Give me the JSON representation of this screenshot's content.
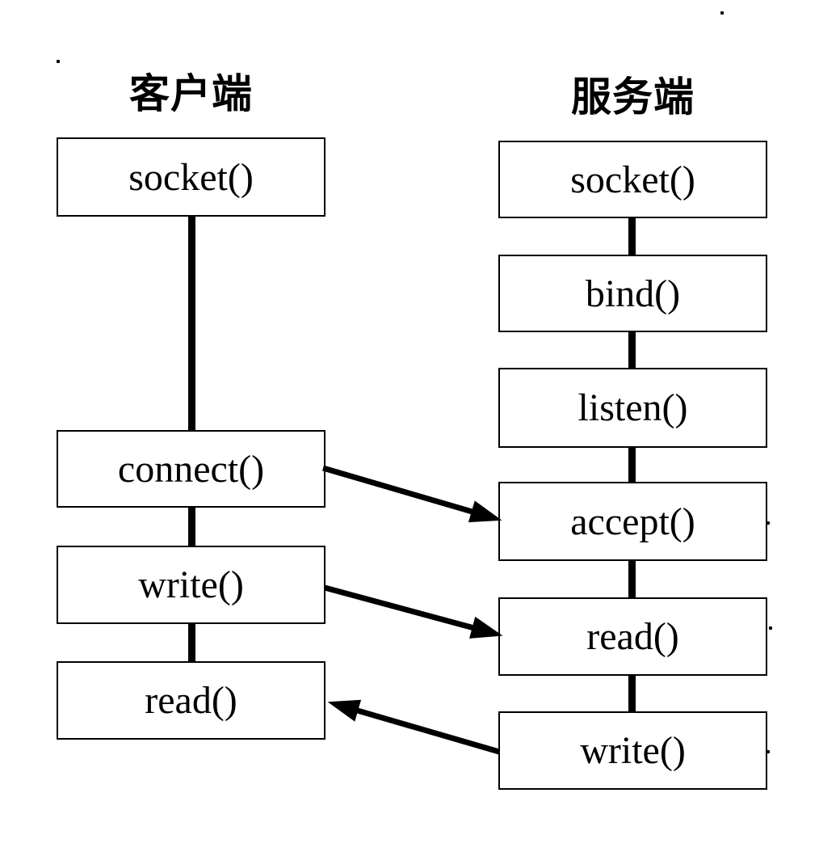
{
  "diagram": {
    "client": {
      "title": "客户端",
      "boxes": [
        {
          "label": "socket()"
        },
        {
          "label": "connect()"
        },
        {
          "label": "write()"
        },
        {
          "label": "read()"
        }
      ]
    },
    "server": {
      "title": "服务端",
      "boxes": [
        {
          "label": "socket()"
        },
        {
          "label": "bind()"
        },
        {
          "label": "listen()"
        },
        {
          "label": "accept()"
        },
        {
          "label": "read()"
        },
        {
          "label": "write()"
        }
      ]
    },
    "arrows": [
      {
        "from": "client connect()",
        "to": "server accept()"
      },
      {
        "from": "client write()",
        "to": "server read()"
      },
      {
        "from": "server write()",
        "to": "client read()"
      }
    ],
    "colors": {
      "ink": "#000000",
      "background": "#ffffff"
    }
  }
}
